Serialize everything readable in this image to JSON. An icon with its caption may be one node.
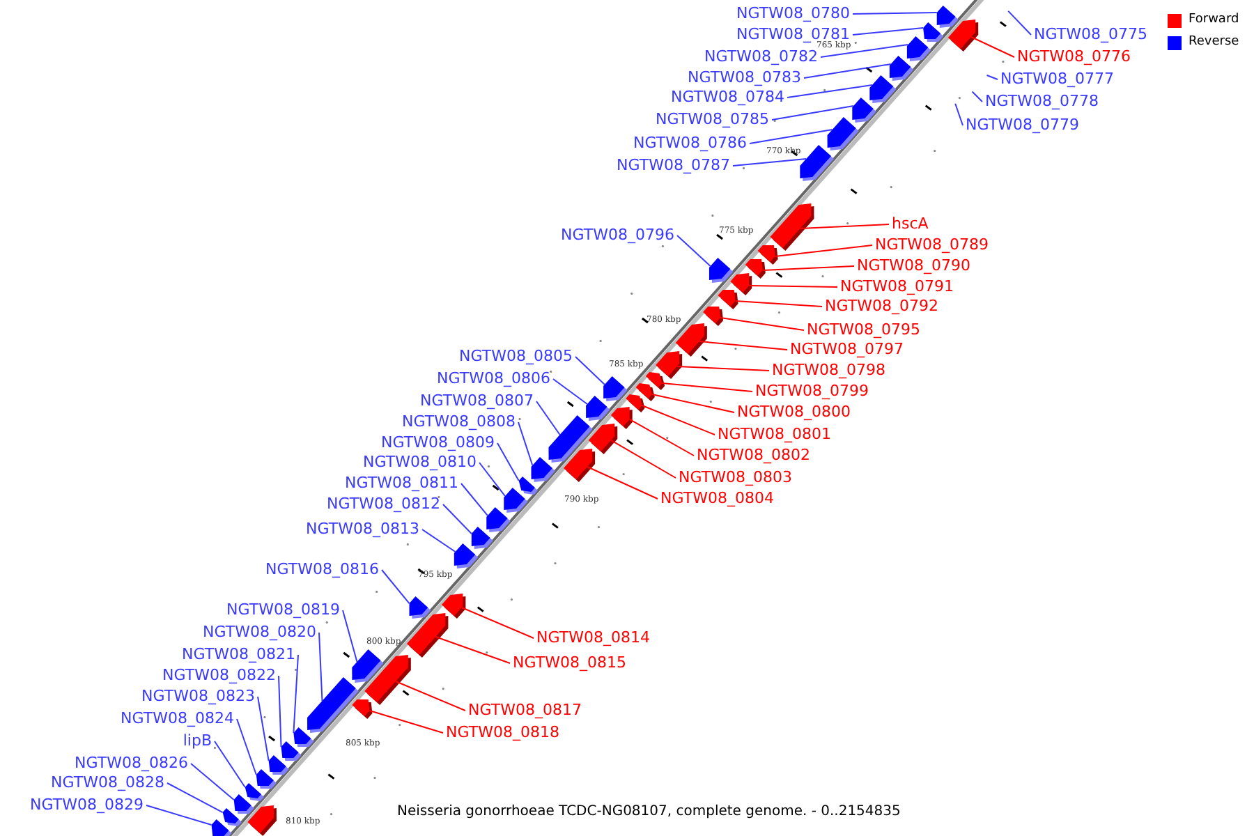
{
  "diagram": {
    "caption": "Neisseria gonorrhoeae TCDC-NG08107, complete genome. - 0..2154835",
    "nodes": [
      {
        "text": [
          "NGTW08_0780"
        ]
      },
      {
        "text": [
          "NGTW08_0775"
        ]
      },
      {
        "text": [
          "NGTW08_0781"
        ]
      },
      {
        "text": [
          "NGTW08_0776"
        ]
      },
      {
        "text": [
          "NGTW08_0782"
        ]
      },
      {
        "text": [
          "NGTW08_0783"
        ]
      },
      {
        "text": [
          "NGTW08_0777"
        ]
      },
      {
        "text": [
          "NGTW08_0784"
        ]
      },
      {
        "text": [
          "NGTW08_0778"
        ]
      },
      {
        "text": [
          "NGTW08_0785"
        ]
      },
      {
        "text": [
          "NGTW08_0779"
        ]
      },
      {
        "text": [
          "NGTW08_0786"
        ]
      },
      {
        "text": [
          "NGTW08_0787"
        ]
      },
      {
        "text": [
          "hscA"
        ]
      },
      {
        "text": [
          "NGTW08_0796"
        ]
      },
      {
        "text": [
          "NGTW08_0789"
        ]
      },
      {
        "text": [
          "NGTW08_0790"
        ]
      },
      {
        "text": [
          "NGTW08_0791"
        ]
      },
      {
        "text": [
          "NGTW08_0792"
        ]
      },
      {
        "text": [
          "NGTW08_0795"
        ]
      },
      {
        "text": [
          "NGTW08_0797"
        ]
      },
      {
        "text": [
          "NGTW08_0805"
        ]
      },
      {
        "text": [
          "NGTW08_0798"
        ]
      },
      {
        "text": [
          "NGTW08_0806"
        ]
      },
      {
        "text": [
          "NGTW08_0799"
        ]
      },
      {
        "text": [
          "NGTW08_0807"
        ]
      },
      {
        "text": [
          "NGTW08_0800"
        ]
      },
      {
        "text": [
          "NGTW08_0808"
        ]
      },
      {
        "text": [
          "NGTW08_0801"
        ]
      },
      {
        "text": [
          "NGTW08_0809"
        ]
      },
      {
        "text": [
          "NGTW08_0802"
        ]
      },
      {
        "text": [
          "NGTW08_0810"
        ]
      },
      {
        "text": [
          "NGTW08_0803"
        ]
      },
      {
        "text": [
          "NGTW08_0811"
        ]
      },
      {
        "text": [
          "NGTW08_0804"
        ]
      },
      {
        "text": [
          "NGTW08_0812"
        ]
      },
      {
        "text": [
          "NGTW08_0813"
        ]
      },
      {
        "text": [
          "NGTW08_0816"
        ]
      },
      {
        "text": [
          "NGTW08_0819"
        ]
      },
      {
        "text": [
          "NGTW08_0820"
        ]
      },
      {
        "text": [
          "NGTW08_0814"
        ]
      },
      {
        "text": [
          "NGTW08_0821"
        ]
      },
      {
        "text": [
          "NGTW08_0815"
        ]
      },
      {
        "text": [
          "NGTW08_0822"
        ]
      },
      {
        "text": [
          "NGTW08_0823"
        ]
      },
      {
        "text": [
          "NGTW08_0817"
        ]
      },
      {
        "text": [
          "NGTW08_0824"
        ]
      },
      {
        "text": [
          "NGTW08_0818"
        ]
      },
      {
        "text": [
          "lipB"
        ]
      },
      {
        "text": [
          "NGTW08_0826"
        ]
      },
      {
        "text": [
          "NGTW08_0828"
        ]
      },
      {
        "text": [
          "NGTW08_0829"
        ]
      },
      {
        "text": [],
        "shape": "bar"
      },
      {
        "text": [],
        "shape": "bar"
      },
      {
        "text": [],
        "shape": "bar"
      },
      {
        "text": [],
        "shape": "bar"
      },
      {
        "text": [],
        "shape": "bar"
      },
      {
        "text": [],
        "shape": "bar"
      },
      {
        "text": [],
        "shape": "bar"
      },
      {
        "text": [],
        "shape": "bar"
      },
      {
        "text": [],
        "shape": "bar"
      },
      {
        "text": [],
        "shape": "bar"
      },
      {
        "text": [],
        "shape": "bar"
      },
      {
        "text": [],
        "shape": "bar"
      },
      {
        "text": [],
        "shape": "bar"
      },
      {
        "text": [],
        "shape": "bar"
      },
      {
        "text": [],
        "shape": "bar"
      },
      {
        "text": [],
        "shape": "bar"
      },
      {
        "text": [],
        "shape": "bar"
      },
      {
        "text": [],
        "shape": "bar"
      },
      {
        "text": [],
        "shape": "bar"
      },
      {
        "text": [],
        "shape": "bar"
      },
      {
        "text": [],
        "shape": "bar"
      },
      {
        "text": [],
        "shape": "bar"
      },
      {
        "text": [],
        "shape": "bar"
      },
      {
        "text": [],
        "shape": "bar"
      },
      {
        "text": [],
        "shape": "bar"
      },
      {
        "text": [],
        "shape": "bar"
      },
      {
        "text": [],
        "shape": "bar"
      },
      {
        "text": [],
        "shape": "bar"
      },
      {
        "text": [],
        "shape": "bar"
      },
      {
        "text": [],
        "shape": "bar"
      },
      {
        "text": [],
        "shape": "bar"
      },
      {
        "text": [],
        "shape": "bar"
      },
      {
        "text": [],
        "shape": "bar"
      },
      {
        "text": [],
        "shape": "bar"
      },
      {
        "text": [],
        "shape": "bar"
      },
      {
        "text": [],
        "shape": "bar"
      },
      {
        "text": [],
        "shape": "bar"
      },
      {
        "text": [],
        "shape": "bar"
      },
      {
        "text": [],
        "shape": "bar"
      },
      {
        "text": [],
        "shape": "bar"
      },
      {
        "text": [],
        "shape": "bar"
      },
      {
        "text": [],
        "shape": "bar"
      },
      {
        "text": [],
        "shape": "bar"
      },
      {
        "text": [],
        "shape": "bar"
      },
      {
        "text": [],
        "shape": "bar"
      },
      {
        "text": [],
        "shape": "bar"
      },
      {
        "text": [],
        "shape": "bar"
      },
      {
        "text": [],
        "shape": "bar"
      },
      {
        "text": [],
        "shape": "bar"
      }
    ],
    "edges": [
      {
        "from": 0,
        "to": 53,
        "arrow": "none"
      },
      {
        "from": 1,
        "to": null,
        "arrow": "none"
      },
      {
        "from": 2,
        "to": 54,
        "arrow": "none"
      },
      {
        "from": 3,
        "to": 52,
        "arrow": "none",
        "color": "#ff0000"
      },
      {
        "from": 4,
        "to": 55,
        "arrow": "none"
      },
      {
        "from": 5,
        "to": 56,
        "arrow": "none"
      },
      {
        "from": 6,
        "to": null,
        "arrow": "none"
      },
      {
        "from": 7,
        "to": 57,
        "arrow": "none"
      },
      {
        "from": 8,
        "to": null,
        "arrow": "none"
      },
      {
        "from": 9,
        "to": 58,
        "arrow": "none"
      },
      {
        "from": 10,
        "to": null,
        "arrow": "none"
      },
      {
        "from": 11,
        "to": 59,
        "arrow": "none"
      },
      {
        "from": 12,
        "to": 60,
        "arrow": "none"
      },
      {
        "from": 13,
        "to": 61,
        "arrow": "none",
        "color": "#ff0000"
      },
      {
        "from": 14,
        "to": 65,
        "arrow": "none"
      },
      {
        "from": 15,
        "to": 62,
        "arrow": "none",
        "color": "#ff0000"
      },
      {
        "from": 16,
        "to": 63,
        "arrow": "none",
        "color": "#ff0000"
      },
      {
        "from": 17,
        "to": 64,
        "arrow": "none",
        "color": "#ff0000"
      },
      {
        "from": 18,
        "to": 66,
        "arrow": "none",
        "color": "#ff0000"
      },
      {
        "from": 19,
        "to": 67,
        "arrow": "none",
        "color": "#ff0000"
      },
      {
        "from": 20,
        "to": 68,
        "arrow": "none",
        "color": "#ff0000"
      },
      {
        "from": 21,
        "to": 73,
        "arrow": "none"
      },
      {
        "from": 22,
        "to": 69,
        "arrow": "none",
        "color": "#ff0000"
      },
      {
        "from": 23,
        "to": 75,
        "arrow": "none"
      },
      {
        "from": 24,
        "to": 70,
        "arrow": "none",
        "color": "#ff0000"
      },
      {
        "from": 25,
        "to": 77,
        "arrow": "none"
      },
      {
        "from": 26,
        "to": 71,
        "arrow": "none",
        "color": "#ff0000"
      },
      {
        "from": 27,
        "to": 79,
        "arrow": "none"
      },
      {
        "from": 28,
        "to": 72,
        "arrow": "none",
        "color": "#ff0000"
      },
      {
        "from": 29,
        "to": 80,
        "arrow": "none"
      },
      {
        "from": 30,
        "to": 74,
        "arrow": "none",
        "color": "#ff0000"
      },
      {
        "from": 31,
        "to": 81,
        "arrow": "none"
      },
      {
        "from": 32,
        "to": 76,
        "arrow": "none",
        "color": "#ff0000"
      },
      {
        "from": 33,
        "to": 82,
        "arrow": "none"
      },
      {
        "from": 34,
        "to": 78,
        "arrow": "none",
        "color": "#ff0000"
      },
      {
        "from": 35,
        "to": 83,
        "arrow": "none"
      },
      {
        "from": 36,
        "to": 84,
        "arrow": "none"
      },
      {
        "from": 37,
        "to": 87,
        "arrow": "none"
      },
      {
        "from": 38,
        "to": 89,
        "arrow": "none"
      },
      {
        "from": 39,
        "to": 91,
        "arrow": "none"
      },
      {
        "from": 40,
        "to": 85,
        "arrow": "none",
        "color": "#ff0000"
      },
      {
        "from": 41,
        "to": 92,
        "arrow": "none"
      },
      {
        "from": 42,
        "to": 86,
        "arrow": "none",
        "color": "#ff0000"
      },
      {
        "from": 43,
        "to": 93,
        "arrow": "none"
      },
      {
        "from": 44,
        "to": 94,
        "arrow": "none"
      },
      {
        "from": 45,
        "to": 88,
        "arrow": "none",
        "color": "#ff0000"
      },
      {
        "from": 46,
        "to": 95,
        "arrow": "none"
      },
      {
        "from": 47,
        "to": 90,
        "arrow": "none",
        "color": "#ff0000"
      },
      {
        "from": 48,
        "to": 96,
        "arrow": "none"
      },
      {
        "from": 49,
        "to": 97,
        "arrow": "none"
      },
      {
        "from": 50,
        "to": 99,
        "arrow": "none"
      },
      {
        "from": 51,
        "to": 100,
        "arrow": "none"
      }
    ],
    "labels": [
      "765 kbp",
      "770 kbp",
      "775 kbp",
      "780 kbp",
      "785 kbp",
      "790 kbp",
      "795 kbp",
      "800 kbp",
      "805 kbp",
      "810 kbp"
    ],
    "legend": [
      {
        "text": "Forward",
        "color": "#ff0000"
      },
      {
        "text": "Reverse",
        "color": "#0000ff"
      }
    ]
  }
}
